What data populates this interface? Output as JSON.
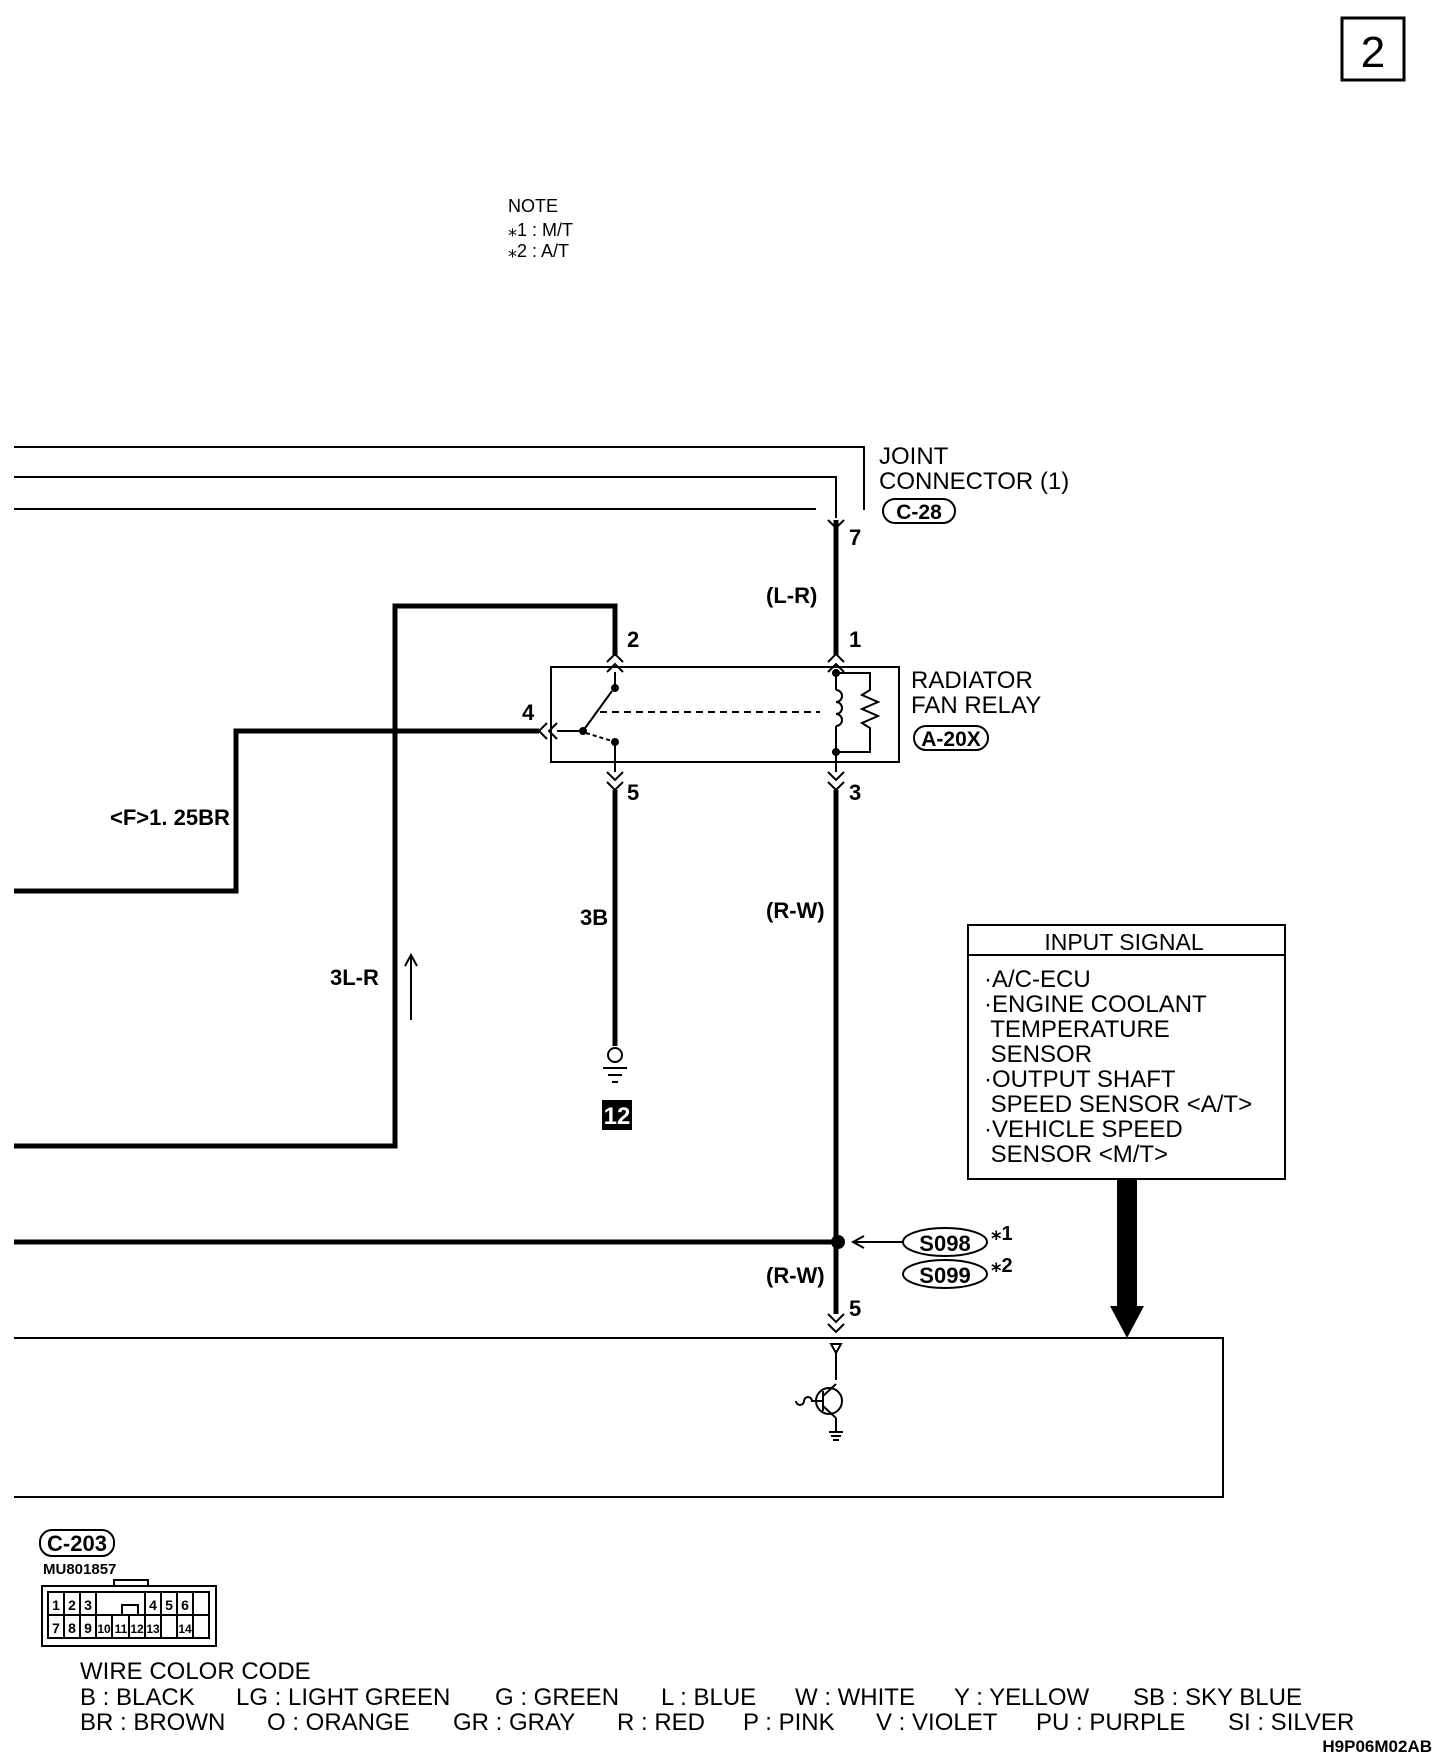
{
  "page_number": "2",
  "note": {
    "title": "NOTE",
    "items": [
      "⁎1 : M/T",
      "⁎2 : A/T"
    ]
  },
  "joint_connector": {
    "label_line1": "JOINT",
    "label_line2": "CONNECTOR (1)",
    "code": "C-28",
    "pin": "7"
  },
  "relay": {
    "label_line1": "RADIATOR",
    "label_line2": "FAN RELAY",
    "code": "A-20X",
    "pins": {
      "p1": "1",
      "p2": "2",
      "p3": "3",
      "p4": "4",
      "p5": "5"
    }
  },
  "wires": {
    "lr": "(L-R)",
    "rw_upper": "(R-W)",
    "rw_lower": "(R-W)",
    "br": "<F>1. 25BR",
    "lr3": "3L-R",
    "b3": "3B"
  },
  "ground_id": "12",
  "ecu_pin": "5",
  "splices": [
    {
      "code": "S098",
      "note": "⁎1"
    },
    {
      "code": "S099",
      "note": "⁎2"
    }
  ],
  "input_signal": {
    "title": "INPUT SIGNAL",
    "lines": [
      "·A/C-ECU",
      "·ENGINE COOLANT",
      " TEMPERATURE",
      " SENSOR",
      "·OUTPUT SHAFT",
      " SPEED SENSOR <A/T>",
      "·VEHICLE SPEED",
      " SENSOR <M/T>"
    ]
  },
  "connector_c203": {
    "code": "C-203",
    "part": "MU801857",
    "row1": [
      "1",
      "2",
      "3",
      "",
      "4",
      "5",
      "6"
    ],
    "row2": [
      "7",
      "8",
      "9",
      "10",
      "11",
      "12",
      "13",
      "14"
    ]
  },
  "wire_color_code": {
    "title": "WIRE COLOR CODE",
    "row1": [
      "B : BLACK",
      "LG : LIGHT GREEN",
      "G : GREEN",
      "L : BLUE",
      "W : WHITE",
      "Y : YELLOW",
      "SB : SKY BLUE"
    ],
    "row2": [
      "BR : BROWN",
      "O : ORANGE",
      "GR : GRAY",
      "R : RED",
      "P : PINK",
      "V : VIOLET",
      "PU : PURPLE",
      "SI : SILVER"
    ]
  },
  "figure_code": "H9P06M02AB"
}
